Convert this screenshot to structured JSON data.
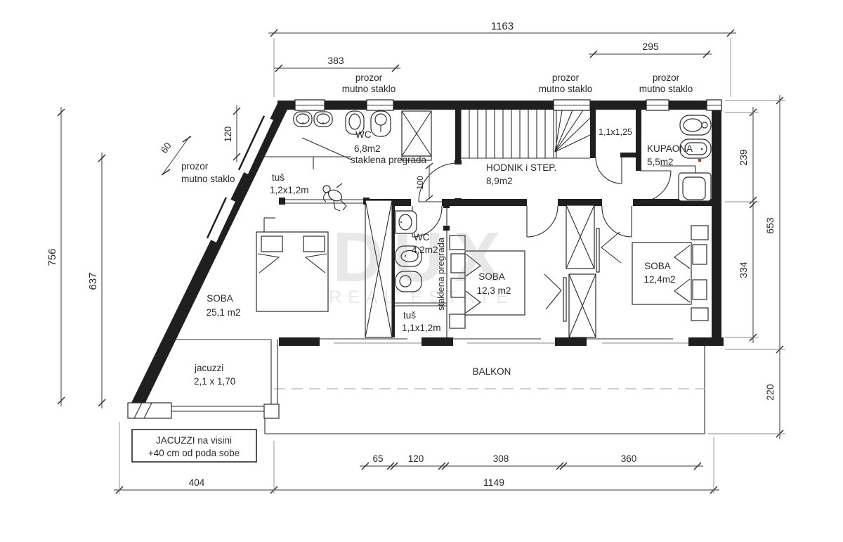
{
  "colors": {
    "line": "#2a2a2a",
    "wall": "#1f1f1f",
    "red_dot": "#b03a2e",
    "watermark": "#9a9a9a"
  },
  "watermark": {
    "line1": "DUX",
    "line2": "REAL ESTATE"
  },
  "window_label": {
    "l1": "prozor",
    "l2": "mutno staklo"
  },
  "dims": {
    "d1163": "1163",
    "d383": "383",
    "d295": "295",
    "d756": "756",
    "d637": "637",
    "d60": "60",
    "d120w": "120",
    "d100": "100",
    "d239": "239",
    "d653": "653",
    "d334": "334",
    "d220": "220",
    "d65": "65",
    "d120": "120",
    "d308": "308",
    "d360": "360",
    "d404": "404",
    "d1149": "1149"
  },
  "rooms": {
    "wc_top_name": "WC",
    "wc_top_area": "6,8m2",
    "partition1": "staklena pregrada",
    "hodnik_name": "HODNIK i STEP.",
    "hodnik_area": "8,9m2",
    "closet": "1,1x1,25",
    "kupaona_name": "KUPAONA",
    "kupaona_area": "5,5m2",
    "tus1_name": "tuš",
    "tus1_size": "1,2x1,2m",
    "wc_mid_name": "WC",
    "wc_mid_area": "4,2m2",
    "partition2": "staklena pregrada",
    "tus2_name": "tuš",
    "tus2_size": "1,1x1,2m",
    "soba1_name": "SOBA",
    "soba1_area": "25,1 m2",
    "soba2_name": "SOBA",
    "soba2_area": "12,3 m2",
    "soba3_name": "SOBA",
    "soba3_area": "12,4m2",
    "jacuzzi_name": "jacuzzi",
    "jacuzzi_size": "2,1 x 1,70",
    "balkon": "BALKON"
  },
  "note": {
    "line1": "JACUZZI na visini",
    "line2": "+40 cm od poda sobe"
  }
}
